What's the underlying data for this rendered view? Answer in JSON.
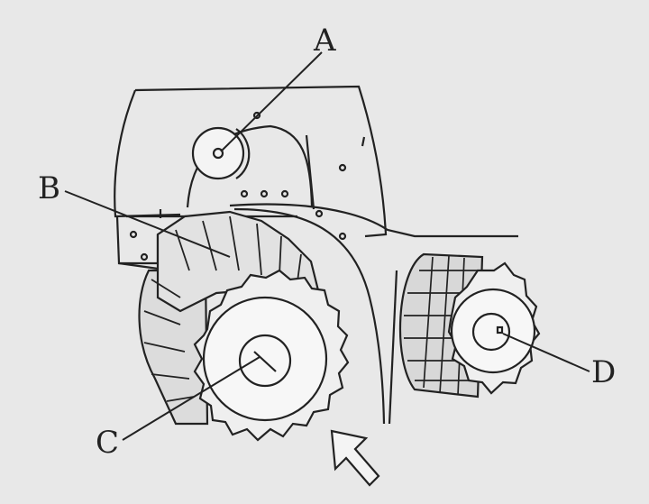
{
  "labels": {
    "a": "A",
    "b": "B",
    "c": "C",
    "d": "D"
  },
  "colors": {
    "background": "#e8e8e8",
    "ink": "#222222",
    "face": "#f4f4f4",
    "shade": "#cfcfcf"
  },
  "icons": {
    "input": "arrow-icon"
  }
}
